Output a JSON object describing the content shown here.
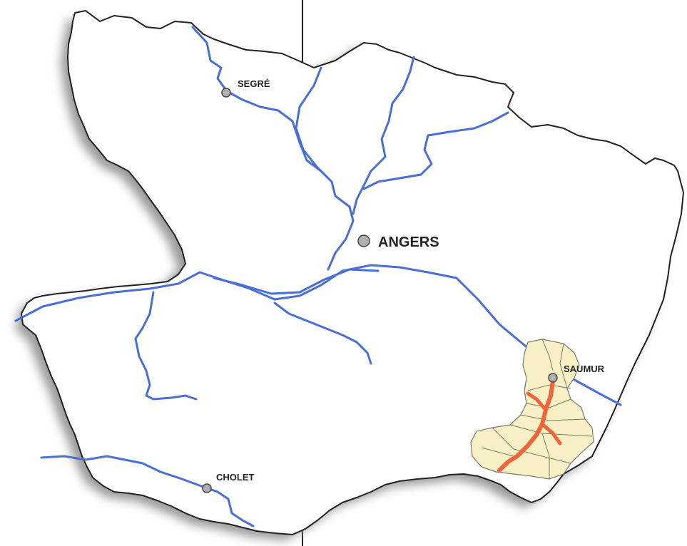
{
  "map": {
    "cities": {
      "segre": {
        "label": "SEGRÉ"
      },
      "angers": {
        "label": "ANGERS"
      },
      "saumur": {
        "label": "SAUMUR"
      },
      "cholet": {
        "label": "CHOLET"
      }
    },
    "colors": {
      "department_fill": "#ffffff",
      "department_border": "#222222",
      "shadow": "#9a9a9a",
      "river": "#4a6fd4",
      "highlight_zone_fill": "#f7f0c4",
      "highlight_zone_border": "#7a7a6a",
      "highlight_river": "#f0643c",
      "city_marker": "#b0b0b0"
    }
  }
}
